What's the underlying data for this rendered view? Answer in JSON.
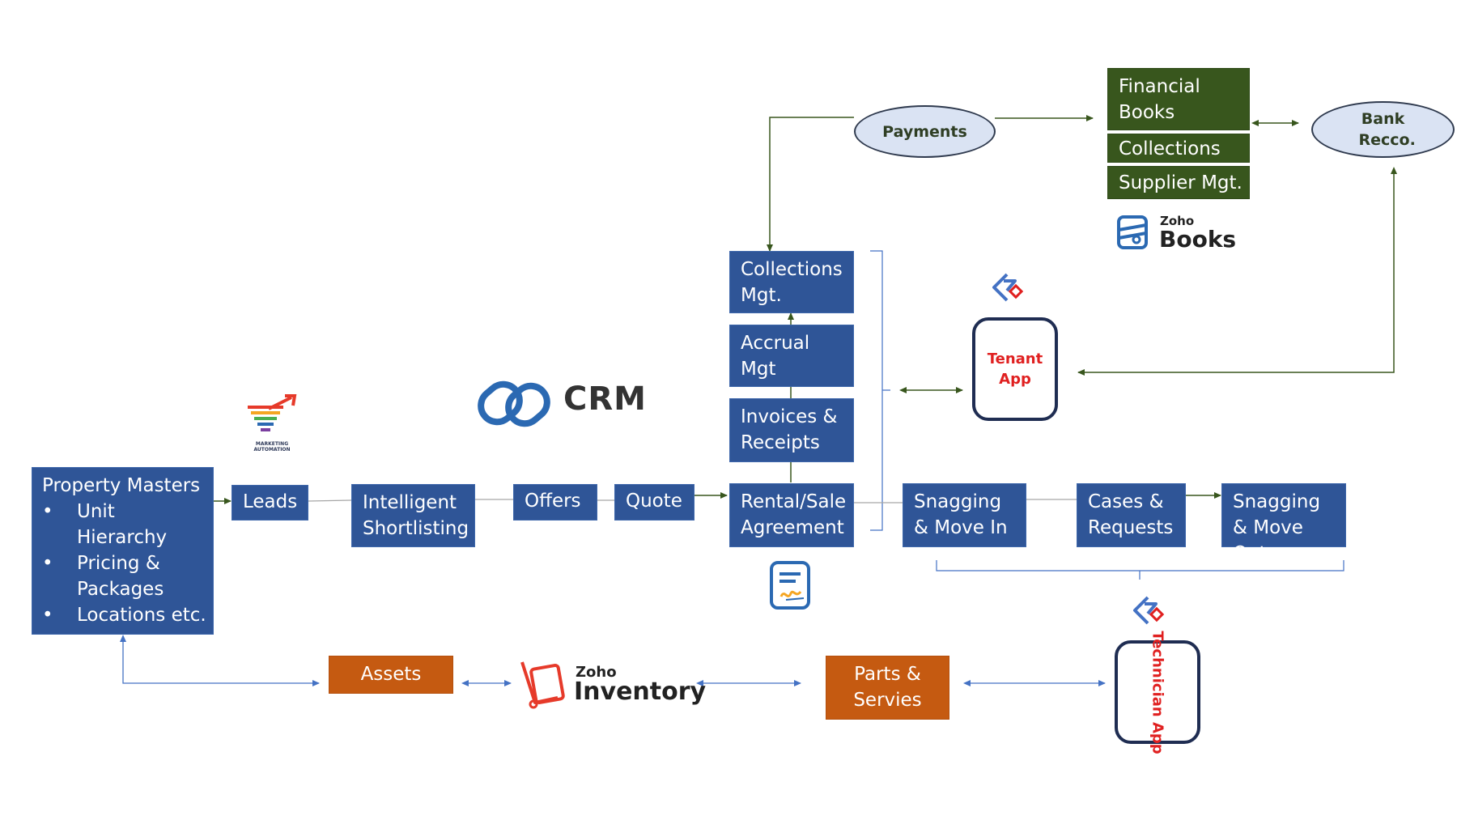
{
  "property_masters": {
    "title": "Property Masters",
    "items": [
      "Unit Hierarchy",
      "Pricing & Packages",
      "Locations etc."
    ]
  },
  "flow": {
    "leads": "Leads",
    "shortlisting": "Intelligent Shortlisting",
    "offers": "Offers",
    "quote": "Quote",
    "agreement": "Rental/Sale Agreement",
    "invoices": "Invoices & Receipts",
    "accrual": "Accrual Mgt",
    "collections_mgt": "Collections Mgt.",
    "snagging_in": "Snagging & Move In",
    "cases": "Cases & Requests",
    "snagging_out": "Snagging & Move Out"
  },
  "books_stack": {
    "financial": "Financial Books",
    "collections": "Collections",
    "supplier": "Supplier Mgt."
  },
  "ellipses": {
    "payments": "Payments",
    "bank_recco": "Bank Recco."
  },
  "apps": {
    "tenant": "Tenant App",
    "technician": "Technician App"
  },
  "inventory_row": {
    "assets": "Assets",
    "parts": "Parts & Servies"
  },
  "logos": {
    "crm": "CRM",
    "books_small": "Zoho",
    "books_big": "Books",
    "inventory_small": "Zoho",
    "inventory_big": "Inventory",
    "marketing": "MARKETING AUTOMATION"
  },
  "colors": {
    "blue_box": "#2f5597",
    "green_box": "#38561d",
    "orange_box": "#c55a11",
    "ellipse_fill": "#dae3f3",
    "connector": "#4472c4",
    "green_connector": "#38561d",
    "app_text": "#e02020"
  }
}
